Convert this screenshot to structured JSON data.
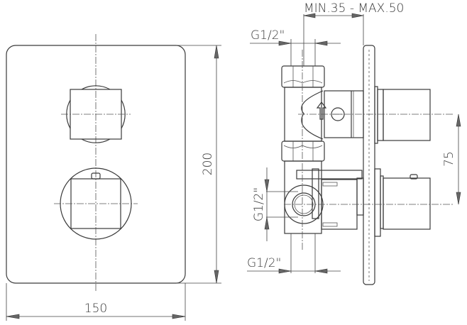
{
  "drawing": {
    "front_view": {
      "width_label": "150",
      "height_label": "200"
    },
    "side_view": {
      "depth_label": "MIN.35 - MAX.50",
      "top_inlet_label": "G1/2\"",
      "side_inlet_label": "G1/2\"",
      "bottom_outlet_label": "G1/2\"",
      "spacing_label": "75"
    },
    "colors": {
      "line": "#3a3a3a",
      "background": "#ffffff"
    }
  }
}
